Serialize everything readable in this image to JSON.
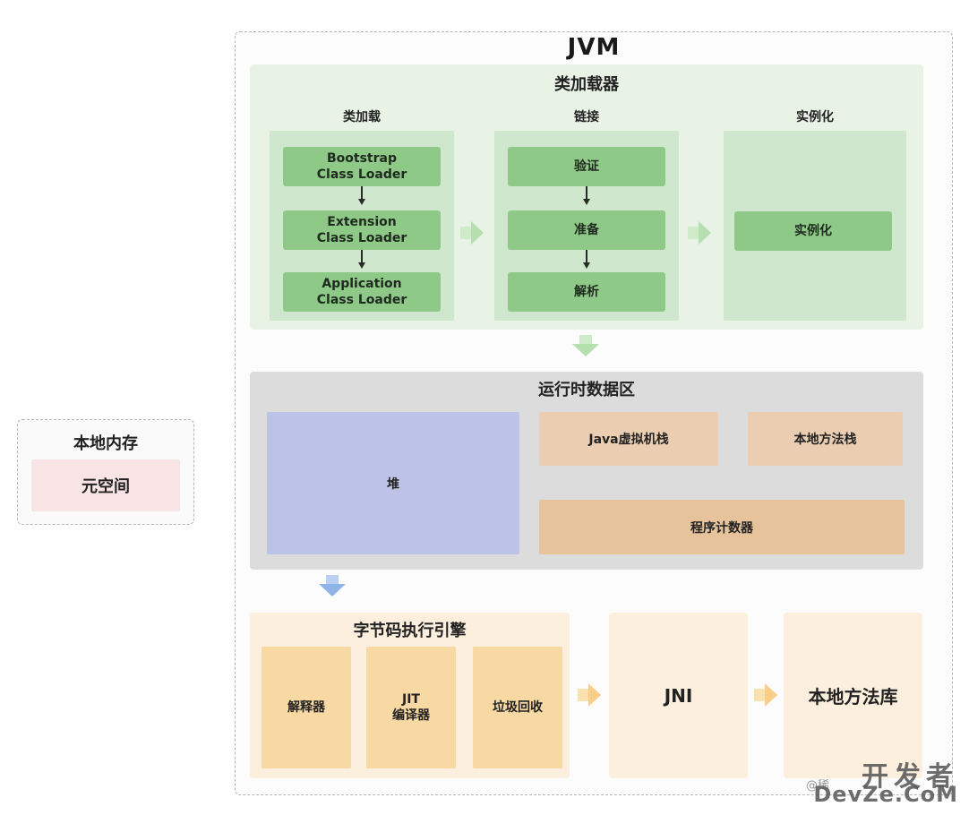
{
  "local_memory": {
    "title": "本地内存",
    "metaspace": "元空间"
  },
  "jvm": {
    "title": "JVM"
  },
  "class_loader": {
    "title": "类加载器",
    "loading": {
      "label": "类加载",
      "items": [
        {
          "line1": "Bootstrap",
          "line2": "Class Loader"
        },
        {
          "line1": "Extension",
          "line2": "Class Loader"
        },
        {
          "line1": "Application",
          "line2": "Class Loader"
        }
      ]
    },
    "linking": {
      "label": "链接",
      "items": [
        "验证",
        "准备",
        "解析"
      ]
    },
    "init": {
      "label": "实例化",
      "item": "实例化"
    }
  },
  "runtime": {
    "title": "运行时数据区",
    "heap": "堆",
    "jvm_stack": "Java虚拟机栈",
    "native_stack": "本地方法栈",
    "pc": "程序计数器"
  },
  "engine": {
    "title": "字节码执行引擎",
    "interpreter": "解释器",
    "jit_line1": "JIT",
    "jit_line2": "编译器",
    "gc": "垃圾回收"
  },
  "jni": "JNI",
  "native_lib": "本地方法库",
  "watermark": {
    "small": "@稀",
    "line1": "开发者",
    "line2": "DevZe.CoM"
  },
  "colors": {
    "green_section": "#e8f3e6",
    "green_button": "#8ec987",
    "heap": "#bcc3e6",
    "stack": "#ebceb1",
    "pc": "#e6c39b",
    "engine": "#fcefdd",
    "metaspace": "#f8e4e4"
  }
}
